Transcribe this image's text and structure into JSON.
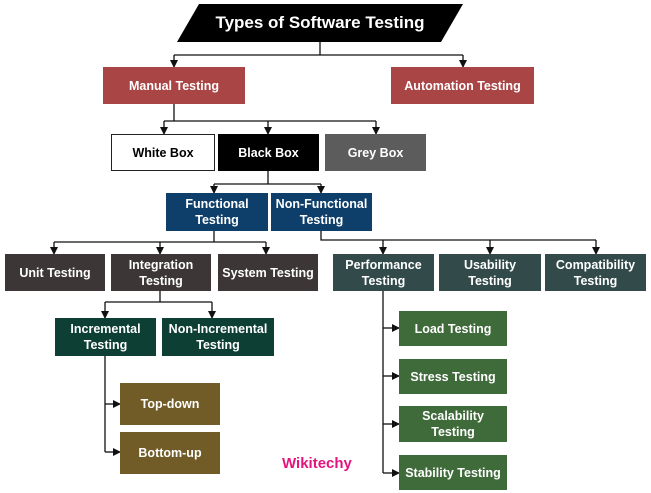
{
  "title": "Types of Software Testing",
  "nodes": {
    "manual": "Manual Testing",
    "automation": "Automation Testing",
    "white_box": "White Box",
    "black_box": "Black Box",
    "grey_box": "Grey Box",
    "functional": "Functional Testing",
    "non_functional": "Non-Functional Testing",
    "unit": "Unit Testing",
    "integration": "Integration Testing",
    "system": "System Testing",
    "performance": "Performance Testing",
    "usability": "Usability Testing",
    "compatibility": "Compatibility Testing",
    "incremental": "Incremental Testing",
    "non_incremental": "Non-Incremental Testing",
    "top_down": "Top-down",
    "bottom_up": "Bottom-up",
    "load": "Load Testing",
    "stress": "Stress Testing",
    "scalability": "Scalability Testing",
    "stability": "Stability Testing"
  },
  "watermark": "Wikitechy",
  "colors": {
    "manual": "#a94545",
    "black_box": "#000000",
    "functional": "#0e3f6a",
    "integration": "#3d3636",
    "performance": "#324a4a",
    "load": "#3f6a3a",
    "top_down": "#715b26",
    "watermark": "#e5147d"
  }
}
